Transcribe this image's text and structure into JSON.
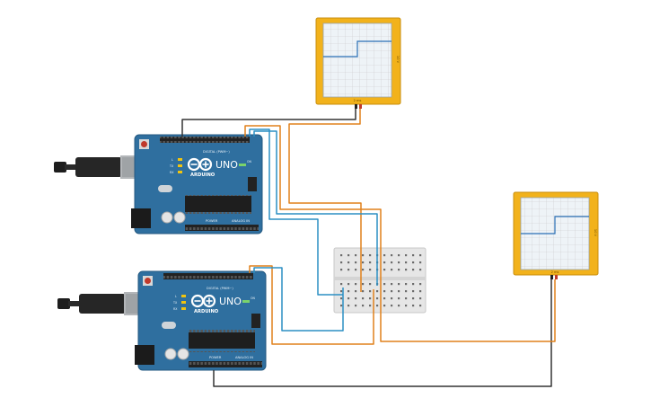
{
  "arduino": {
    "model": "UNO",
    "brand": "ARDUINO",
    "digital_label": "DIGITAL (PWM~)",
    "power_label": "POWER",
    "analog_label": "ANALOG IN",
    "tx_label": "TX",
    "rx_label": "RX",
    "l_label": "L",
    "on_label": "ON"
  },
  "oscilloscope": {
    "side_label": "10 V",
    "bottom_label": "2 ms"
  },
  "colors": {
    "board": "#2f6f9f",
    "wire_blue": "#2b8fc4",
    "wire_orange": "#e0811b",
    "wire_black": "#333333",
    "scope_frame": "#f2b21b",
    "scope_trace": "#2a6fb5"
  }
}
